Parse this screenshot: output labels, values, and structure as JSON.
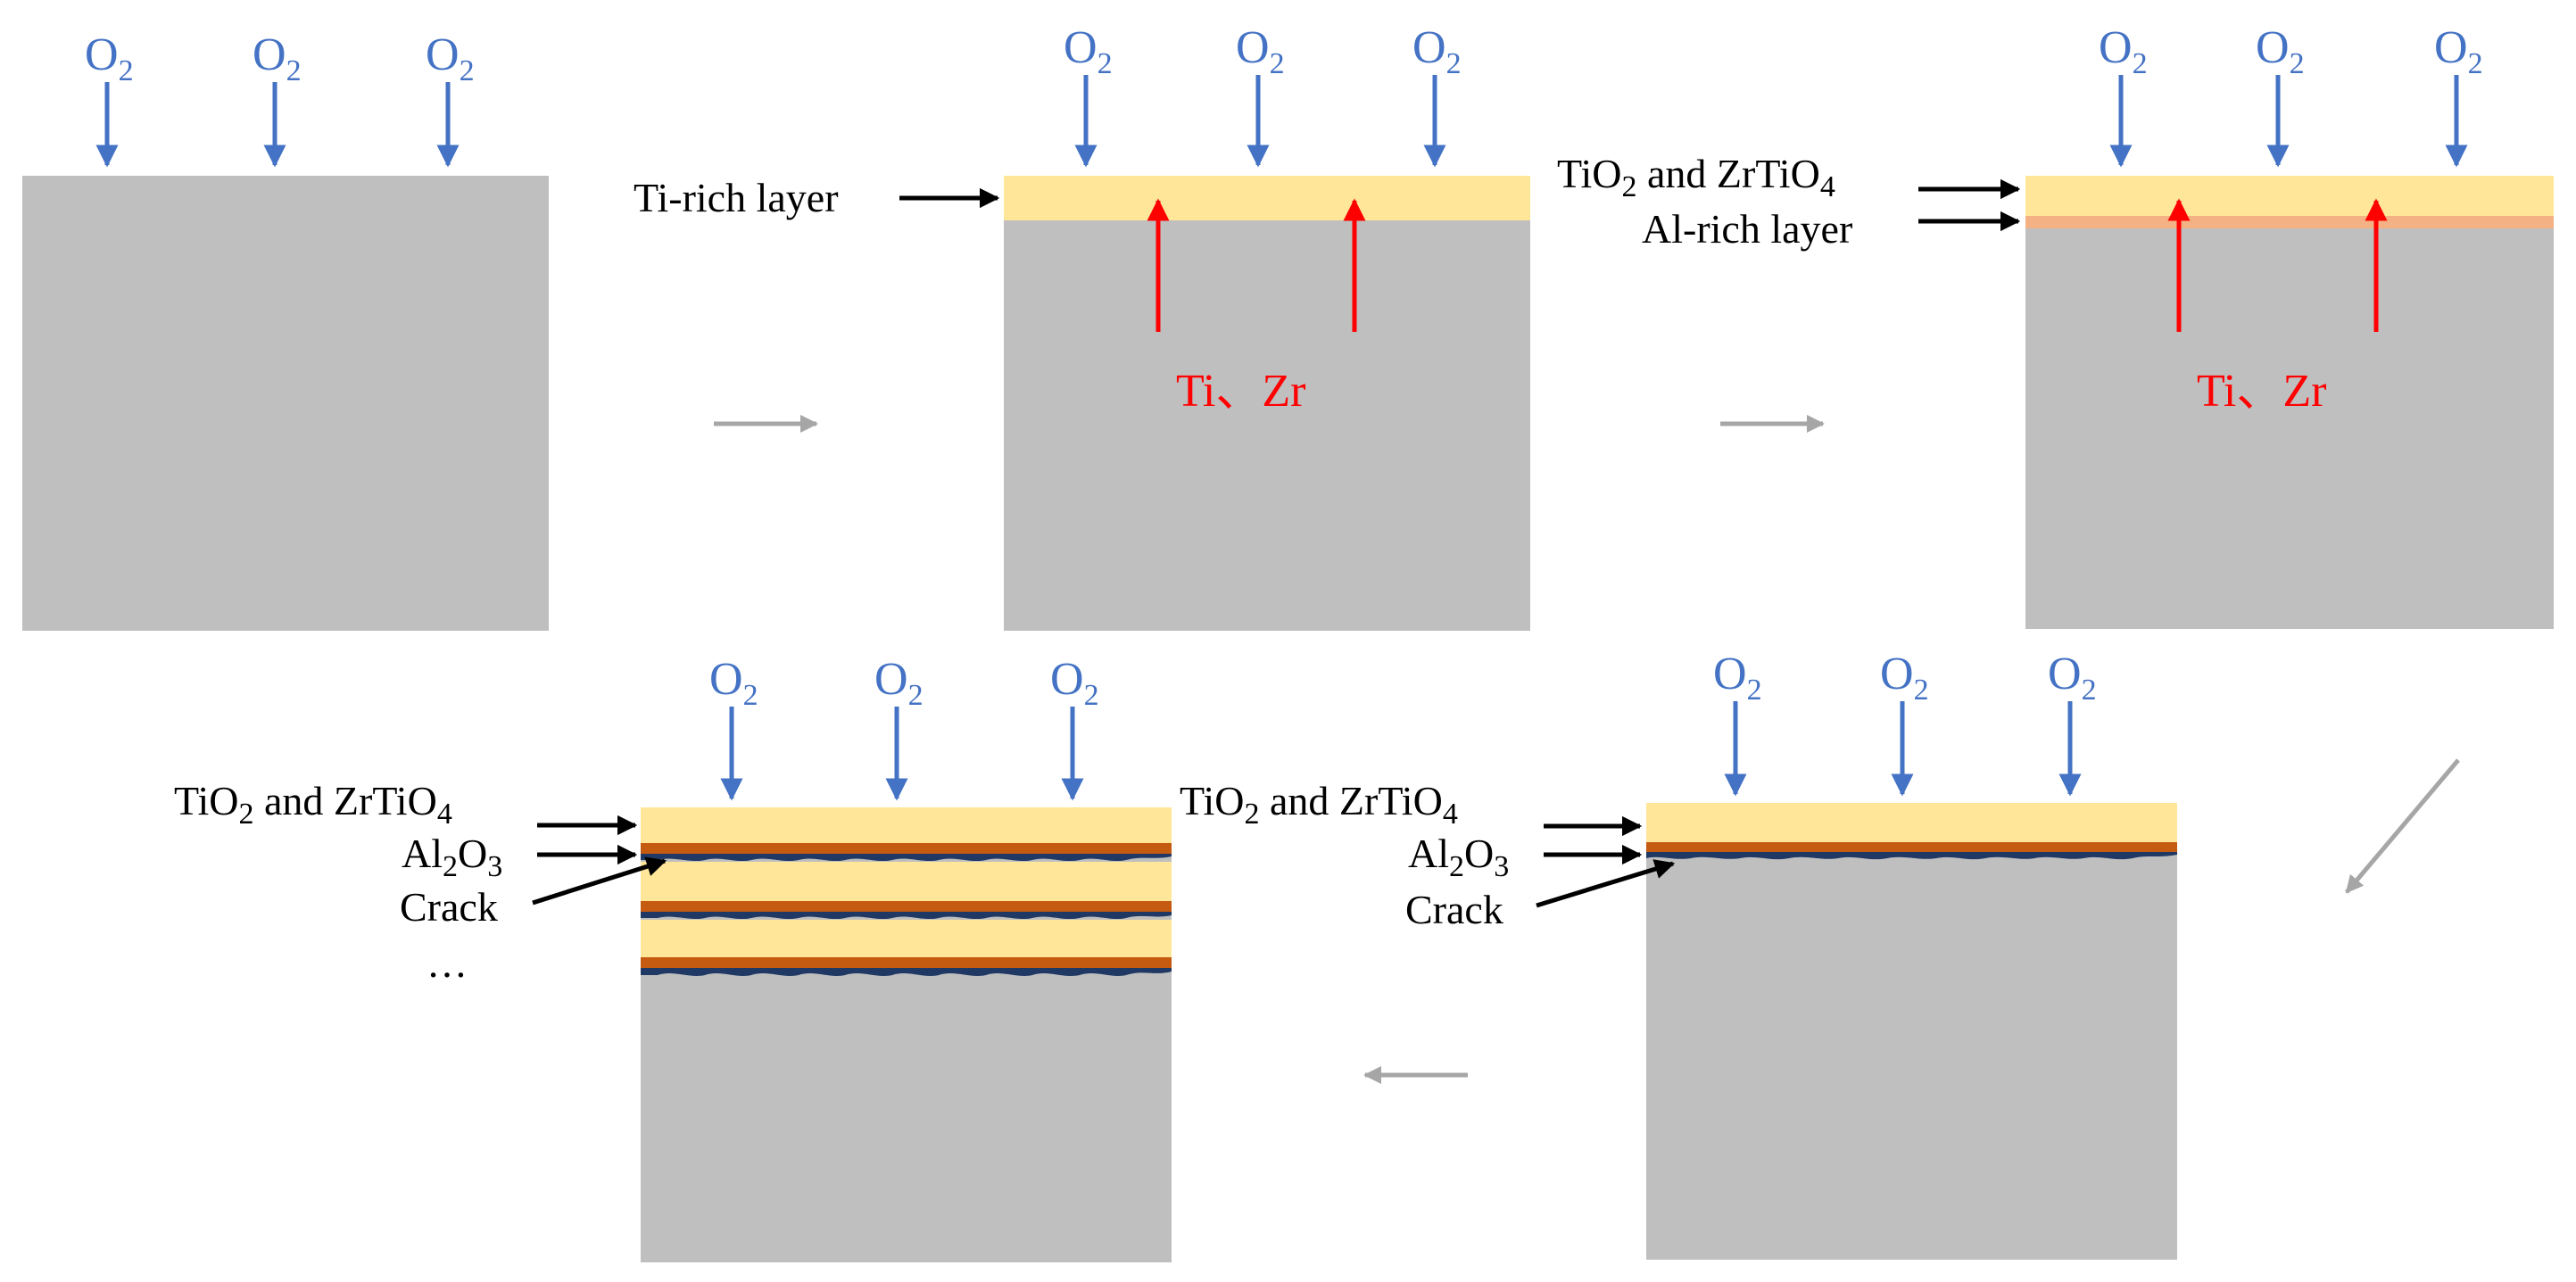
{
  "colors": {
    "substrate": "#BFBFBF",
    "ti_rich_layer": "#FFE699",
    "al_rich_layer": "#F4B183",
    "al2o3_layer": "#C55A11",
    "crack": "#1F3864",
    "oxygen_arrow": "#4472C4",
    "diffusion_arrow": "#FF0000",
    "label_arrow": "#000000",
    "flow_arrow": "#A6A6A6"
  },
  "oxygen": {
    "base": "O",
    "subscript": "2"
  },
  "diffusion_label": "Ti、Zr",
  "labels": {
    "ti_rich_layer": "Ti-rich layer",
    "tio2_zrtio4": {
      "p1": "TiO",
      "s1": "2",
      "p2": " and ZrTiO",
      "s2": "4"
    },
    "al_rich_layer": "Al-rich layer",
    "al2o3": {
      "p1": "Al",
      "s1": "2",
      "p2": "O",
      "s2": "3"
    },
    "crack": "Crack",
    "ellipsis": "…"
  },
  "stages": [
    {
      "id": 1,
      "description_layers": []
    },
    {
      "id": 2,
      "description_layers": [
        "ti_rich_layer"
      ]
    },
    {
      "id": 3,
      "description_layers": [
        "tio2_zrtio4",
        "al_rich_layer"
      ]
    },
    {
      "id": 4,
      "description_layers": [
        "tio2_zrtio4",
        "al2o3",
        "crack"
      ]
    },
    {
      "id": 5,
      "description_layers": [
        "tio2_zrtio4",
        "al2o3",
        "crack",
        "tio2_zrtio4",
        "al2o3",
        "crack"
      ]
    }
  ]
}
